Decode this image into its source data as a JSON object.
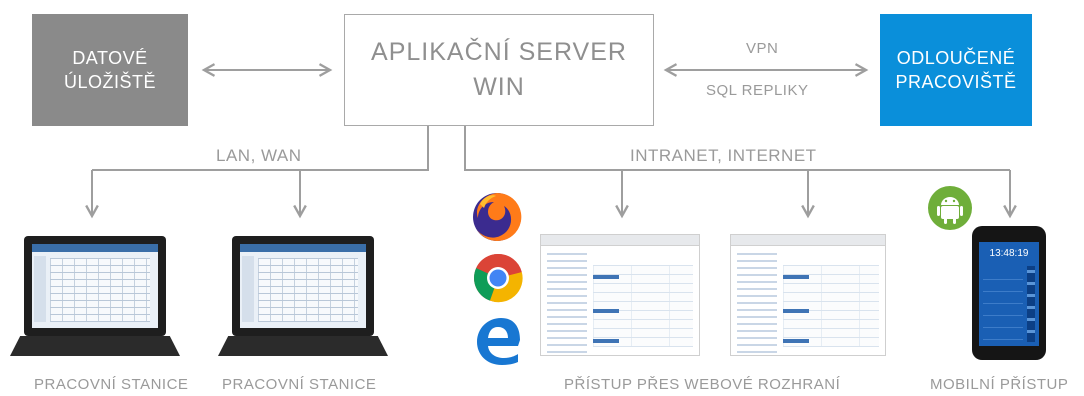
{
  "boxes": {
    "storage": {
      "line1": "DATOVÉ",
      "line2": "ÚLOŽIŠTĚ",
      "color": "#8a8a8a"
    },
    "server": {
      "line1": "APLIKAČNÍ SERVER",
      "line2": "WIN"
    },
    "remote": {
      "line1": "ODLOUČENÉ",
      "line2": "PRACOVIŠTĚ",
      "color": "#0a8fda"
    }
  },
  "links": {
    "vpn": "VPN",
    "sql": "SQL REPLIKY",
    "lan": "LAN, WAN",
    "intranet": "INTRANET, INTERNET"
  },
  "clients": {
    "station1": "PRACOVNÍ STANICE",
    "station2": "PRACOVNÍ STANICE",
    "web": "PŘÍSTUP PŘES WEBOVÉ ROZHRANÍ",
    "mobile": "MOBILNÍ PŘÍSTUP"
  },
  "phone": {
    "time": "13:48:19"
  },
  "icons": [
    "firefox-icon",
    "chrome-icon",
    "edge-icon",
    "android-icon"
  ],
  "colors": {
    "line": "#9e9e9e",
    "accent": "#0a8fda"
  }
}
